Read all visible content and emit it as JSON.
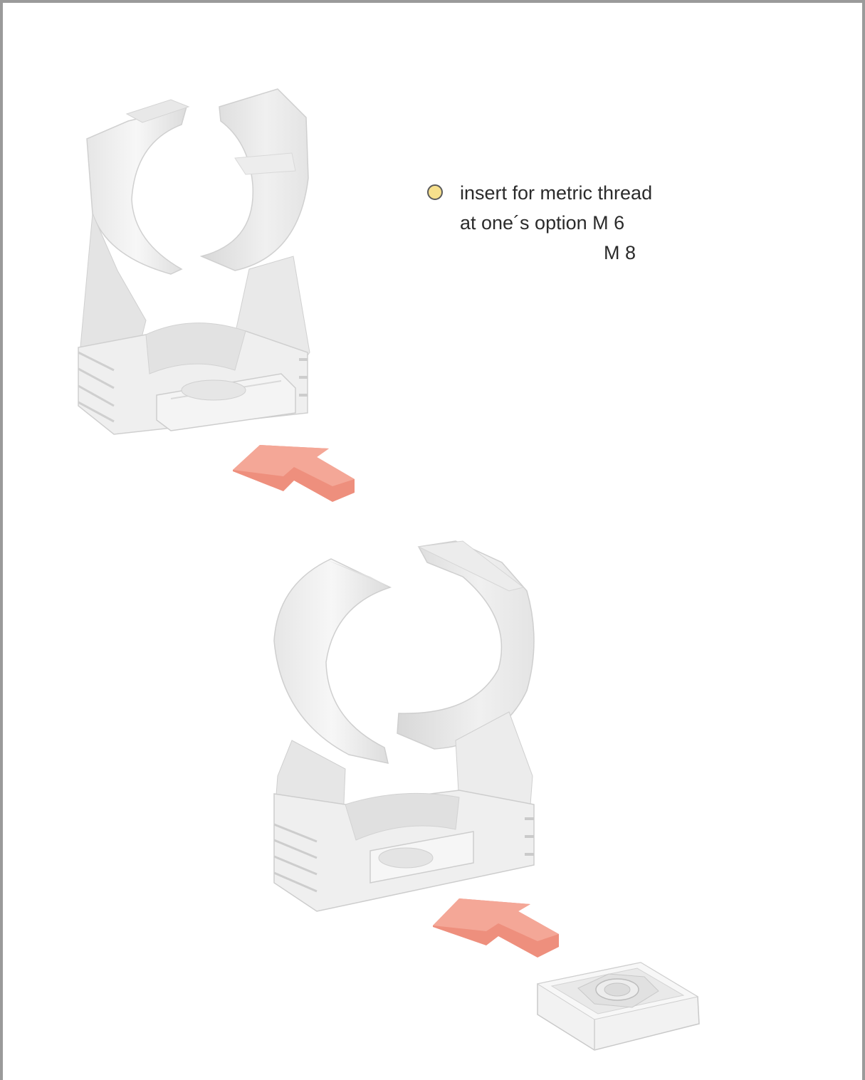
{
  "legend": {
    "bullet_color": "#f7e08c",
    "line1": "insert for metric thread",
    "line2": "at one´s option M 6",
    "line3": "M 8"
  },
  "colors": {
    "arrow": "#ee8f7d",
    "arrow_top": "#f4a797",
    "plastic_light": "#f3f3f3",
    "plastic_mid": "#e2e2e2",
    "plastic_dark": "#cfcfcf",
    "frame": "#9a9a9a"
  }
}
